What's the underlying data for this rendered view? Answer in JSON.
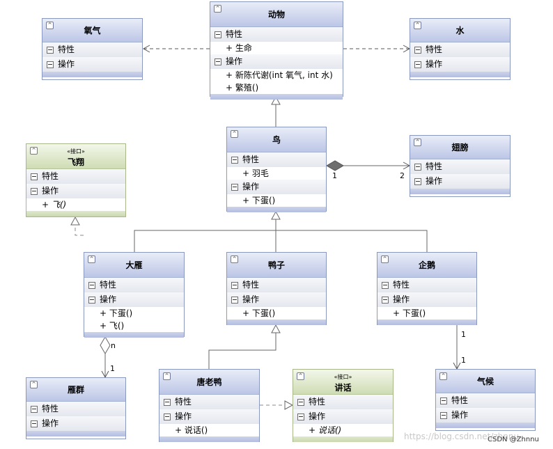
{
  "classes": {
    "oxygen": {
      "name": "氧气",
      "attr_label": "特性",
      "ops_label": "操作"
    },
    "animal": {
      "name": "动物",
      "attr_label": "特性",
      "attr1": "+ 生命",
      "ops_label": "操作",
      "op1": "+ 新陈代谢(int 氧气, int 水)",
      "op2": "+ 繁殖()"
    },
    "water": {
      "name": "水",
      "attr_label": "特性",
      "ops_label": "操作"
    },
    "fly": {
      "stereotype": "«接口»",
      "name": "飞翔",
      "attr_label": "特性",
      "ops_label": "操作",
      "op1": "+ 飞()"
    },
    "bird": {
      "name": "鸟",
      "attr_label": "特性",
      "attr1": "+ 羽毛",
      "ops_label": "操作",
      "op1": "+ 下蛋()"
    },
    "wing": {
      "name": "翅膀",
      "attr_label": "特性",
      "ops_label": "操作"
    },
    "goose": {
      "name": "大雁",
      "attr_label": "特性",
      "ops_label": "操作",
      "op1": "+ 下蛋()",
      "op2": "+ 飞()"
    },
    "duck": {
      "name": "鸭子",
      "attr_label": "特性",
      "ops_label": "操作",
      "op1": "+ 下蛋()"
    },
    "penguin": {
      "name": "企鹅",
      "attr_label": "特性",
      "ops_label": "操作",
      "op1": "+ 下蛋()"
    },
    "flock": {
      "name": "雁群",
      "attr_label": "特性",
      "ops_label": "操作"
    },
    "tangduck": {
      "name": "唐老鸭",
      "attr_label": "特性",
      "ops_label": "操作",
      "op1": "+ 说话()"
    },
    "speak": {
      "stereotype": "«接口»",
      "name": "讲话",
      "attr_label": "特性",
      "ops_label": "操作",
      "op1": "+ 说话()"
    },
    "climate": {
      "name": "气候",
      "attr_label": "特性",
      "ops_label": "操作"
    }
  },
  "multiplicities": {
    "bird_wing_src": "1",
    "bird_wing_dst": "2",
    "goose_flock_src": "n",
    "goose_flock_dst": "1",
    "penguin_climate_src": "1",
    "penguin_climate_dst": "1"
  },
  "watermark": {
    "url": "https://blog.csdn.net/zhnnu",
    "credit": "CSDN @Zhnnu"
  }
}
